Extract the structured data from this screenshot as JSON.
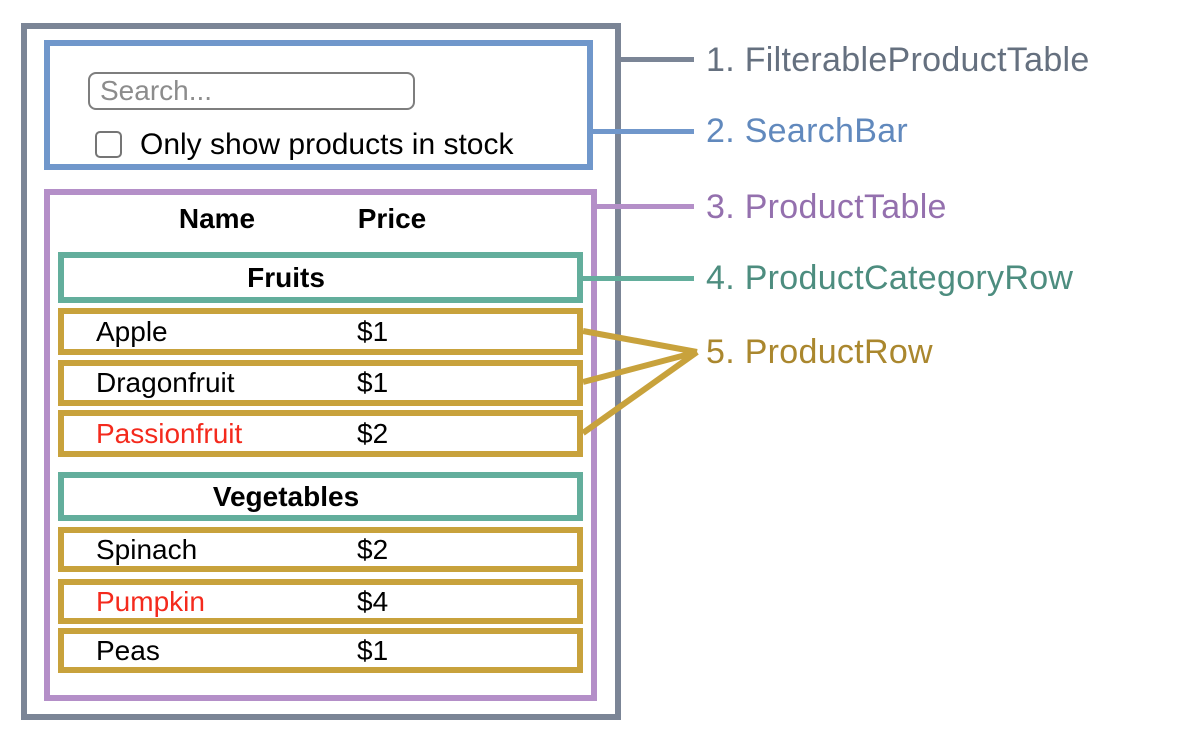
{
  "annotations": {
    "labels": [
      {
        "text": "1. FilterableProductTable",
        "color": "#7b8596"
      },
      {
        "text": "2. SearchBar",
        "color": "#7097cb"
      },
      {
        "text": "3. ProductTable",
        "color": "#b48fc8"
      },
      {
        "text": "4. ProductCategoryRow",
        "color": "#63ae9c"
      },
      {
        "text": "5. ProductRow",
        "color": "#c8a23c"
      }
    ]
  },
  "search_bar": {
    "input_value": "",
    "input_placeholder": "Search...",
    "checkbox_label": "Only show products in stock",
    "checkbox_checked": false
  },
  "product_table": {
    "header": {
      "name": "Name",
      "price": "Price"
    },
    "categories": [
      {
        "label": "Fruits",
        "products": [
          {
            "name": "Apple",
            "price": "$1",
            "in_stock": true
          },
          {
            "name": "Dragonfruit",
            "price": "$1",
            "in_stock": true
          },
          {
            "name": "Passionfruit",
            "price": "$2",
            "in_stock": false
          }
        ]
      },
      {
        "label": "Vegetables",
        "products": [
          {
            "name": "Spinach",
            "price": "$2",
            "in_stock": true
          },
          {
            "name": "Pumpkin",
            "price": "$4",
            "in_stock": false
          },
          {
            "name": "Peas",
            "price": "$1",
            "in_stock": true
          }
        ]
      }
    ]
  },
  "colors": {
    "filterable_product_table": "#7b8596",
    "search_bar": "#7097cb",
    "product_table": "#b48fc8",
    "product_category_row": "#63ae9c",
    "product_row": "#c8a23c",
    "out_of_stock_text": "#f42a1d"
  }
}
